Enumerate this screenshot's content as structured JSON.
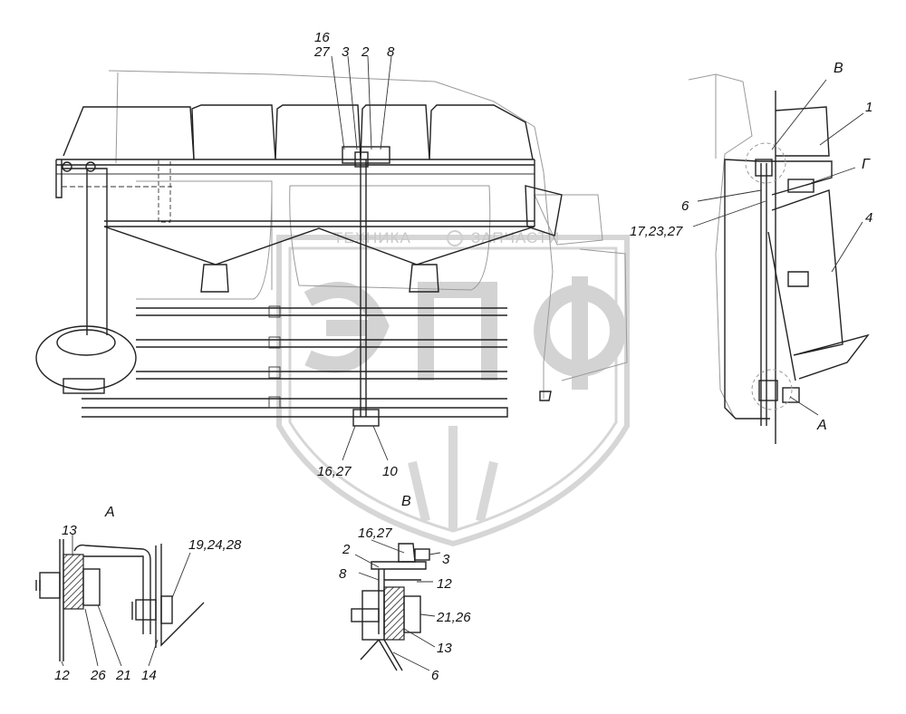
{
  "watermark": {
    "left_text": "ТЕХНИКА",
    "right_text": "ЗАПЧАСТИ",
    "logo_letters": "ЭПФ"
  },
  "main_view_labels": {
    "l16_top": "16",
    "l27_top": "27",
    "l3_top": "3",
    "l2_top": "2",
    "l8_top": "8",
    "l16_27_bottom": "16,27",
    "l10_bottom": "10"
  },
  "side_view_labels": {
    "lB": "В",
    "l1": "1",
    "lG": "Г",
    "l6": "6",
    "l17_23_27": "17,23,27",
    "l4": "4",
    "lA": "А"
  },
  "detail_a": {
    "title": "А",
    "l13": "13",
    "l19_24_28": "19,24,28",
    "l12": "12",
    "l26": "26",
    "l21": "21",
    "l14": "14"
  },
  "detail_b": {
    "title": "В",
    "l16_27": "16,27",
    "l2": "2",
    "l3": "3",
    "l8": "8",
    "l12": "12",
    "l21_26": "21,26",
    "l13": "13",
    "l6": "6"
  }
}
